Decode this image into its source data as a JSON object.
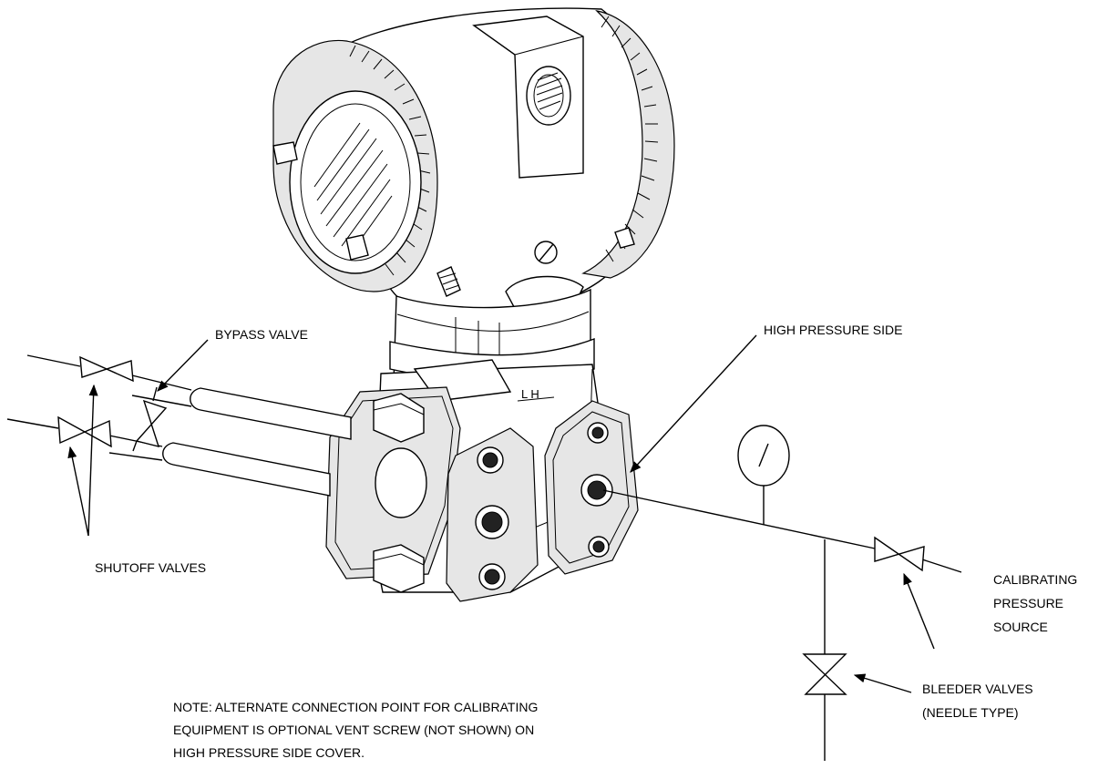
{
  "labels": {
    "bypass_valve": "BYPASS VALVE",
    "high_pressure_side": "HIGH PRESSURE SIDE",
    "shutoff_valves": "SHUTOFF VALVES",
    "calibrating_pressure_source": [
      "CALIBRATING",
      "PRESSURE",
      "SOURCE"
    ],
    "bleeder_valves": [
      "BLEEDER VALVES",
      "(NEEDLE TYPE)"
    ],
    "housing_marking": "L H",
    "note": [
      "NOTE: ALTERNATE CONNECTION POINT FOR CALIBRATING",
      "EQUIPMENT IS OPTIONAL VENT SCREW (NOT SHOWN) ON",
      "HIGH PRESSURE SIDE COVER."
    ]
  },
  "icons": {
    "gauge": "pressure-gauge-icon",
    "valve": "bowtie-valve-icon",
    "transmitter": "differential-pressure-transmitter"
  }
}
